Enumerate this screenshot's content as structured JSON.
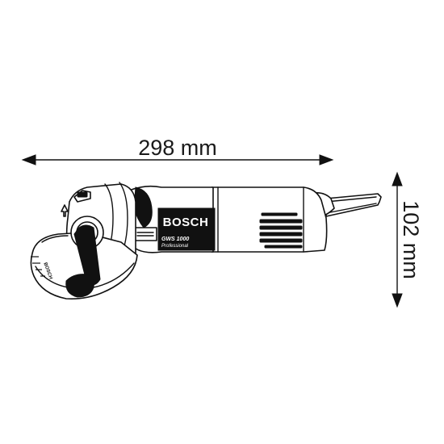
{
  "dimensions": {
    "width_label": "298 mm",
    "height_label": "102 mm"
  },
  "tool": {
    "brand": "BOSCH",
    "model": "GWS 1000",
    "line": "Professional",
    "guard_brand": "BOSCH"
  },
  "colors": {
    "stroke": "#111111",
    "fill": "#ffffff"
  }
}
